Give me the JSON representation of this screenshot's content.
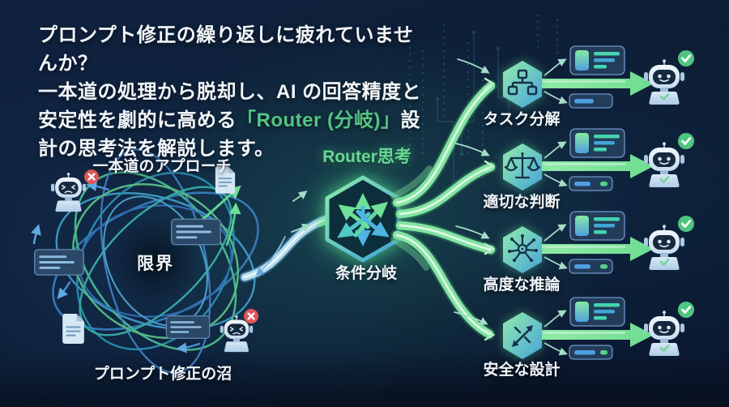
{
  "header": {
    "line1": "プロンプト修正の繰り返しに疲れていませんか？",
    "line2": "一本道の処理から脱却し、AI の回答精度と",
    "line3_before": "安定性を劇的に高める",
    "line3_highlight": "「Router (分岐)」",
    "line3_after": "設",
    "line4": "計の思考法を解説します。",
    "highlight_color": "#53c584"
  },
  "left_diagram": {
    "title": "一本道のアプローチ",
    "center_label": "限界",
    "caption": "プロンプト修正の沼",
    "robot_icon": "sad-robot-icon",
    "badge_icon": "x-circle-icon",
    "document_icon": "document-icon",
    "chat_icon": "chat-card-icon"
  },
  "router": {
    "title": "Router思考",
    "caption": "条件分岐",
    "icon": "branching-arrows-icon"
  },
  "branches": [
    {
      "label": "タスク分解",
      "icon": "org-chart-icon"
    },
    {
      "label": "適切な判断",
      "icon": "balance-scale-icon"
    },
    {
      "label": "高度な推論",
      "icon": "network-node-icon"
    },
    {
      "label": "安全な設計",
      "icon": "shuffle-arrows-icon"
    }
  ],
  "outcome": {
    "robot_icon": "happy-robot-icon",
    "badge_icon": "check-circle-icon"
  },
  "colors": {
    "background": "#0d1d34",
    "accent_green": "#6fdf9a",
    "accent_blue": "#4fa8d8",
    "error_red": "#e05555",
    "success_green": "#4fc580"
  }
}
